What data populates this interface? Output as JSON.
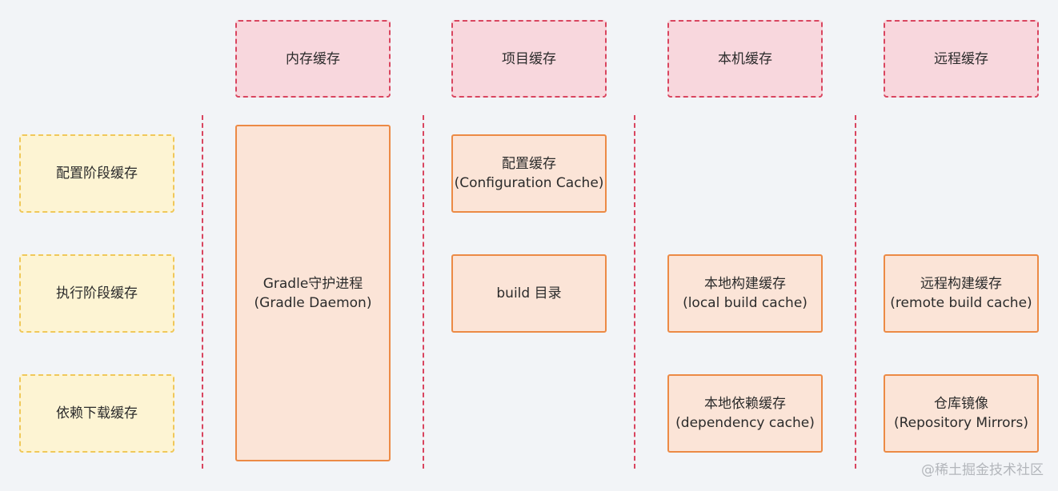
{
  "headers": [
    "内存缓存",
    "项目缓存",
    "本机缓存",
    "远程缓存"
  ],
  "rows": [
    "配置阶段缓存",
    "执行阶段缓存",
    "依赖下载缓存"
  ],
  "cells": {
    "gradle_daemon": [
      "Gradle守护进程",
      "(Gradle Daemon)"
    ],
    "configuration_cache": [
      "配置缓存",
      "(Configuration Cache)"
    ],
    "build_dir": [
      "build 目录"
    ],
    "local_build_cache": [
      "本地构建缓存",
      "(local build cache)"
    ],
    "remote_build_cache": [
      "远程构建缓存",
      "(remote build cache)"
    ],
    "dependency_cache": [
      "本地依赖缓存",
      "(dependency cache)"
    ],
    "repository_mirrors": [
      "仓库镜像",
      "(Repository Mirrors)"
    ]
  },
  "watermark": "@稀土掘金技术社区"
}
